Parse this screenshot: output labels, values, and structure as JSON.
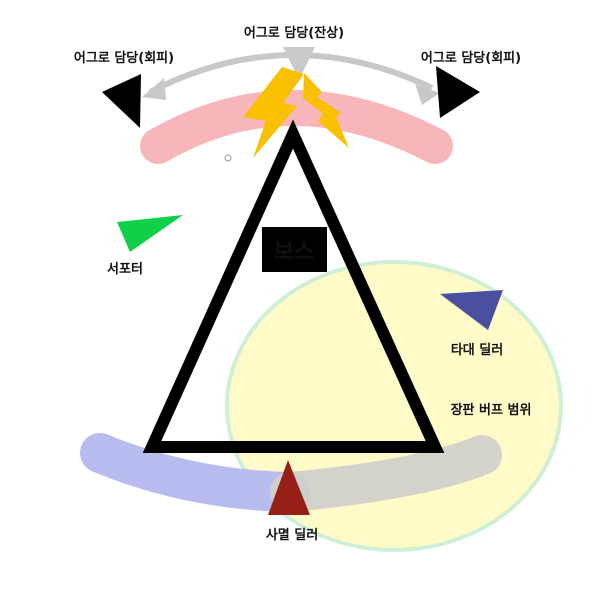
{
  "labels": {
    "aggro_top": "어그로 담당(잔상)",
    "aggro_left": "어그로 담당(회피)",
    "aggro_right": "어그로 담당(회피)",
    "boss": "보스",
    "supporter": "서포터",
    "ranged_dealer": "타대 딜러",
    "buff_range": "장판 버프 범위",
    "melee_dealer": "사멸 딜러"
  },
  "colors": {
    "pink_arc": "#f7b6b9",
    "blue_arc": "#b7bbee",
    "gray_arc": "#cfcfcc",
    "buff_fill": "#fffbc8",
    "buff_stroke": "#cfefd6",
    "supporter": "#10cf48",
    "ranged_dealer": "#4a4fa0",
    "melee_dealer": "#962018",
    "lightning": "#f8c000",
    "boss_label_bg": "#000000",
    "boss_label_text": "#ffffff"
  },
  "icons": {
    "lightning": "lightning-bolt-icon",
    "marker": "triangle-marker-icon"
  }
}
